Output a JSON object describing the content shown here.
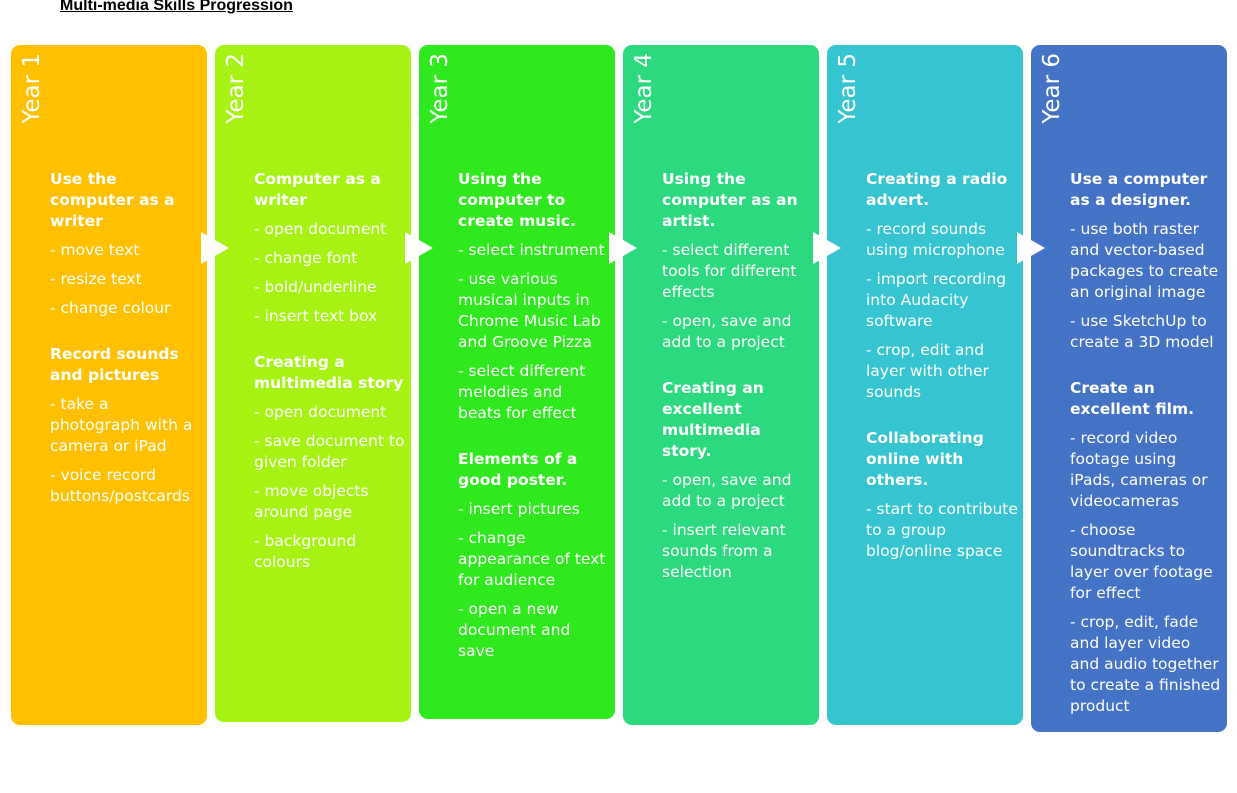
{
  "title": "Multi-media Skills Progression",
  "colors": {
    "year1": "#ffc000",
    "year2": "#a6f313",
    "year3": "#2fe81d",
    "year4": "#2dd97f",
    "year5": "#36c5d0",
    "year6": "#4472c4"
  },
  "columns": [
    {
      "year": "Year 1",
      "sections": [
        {
          "heading": "Use the computer as a writer",
          "items": [
            "- move text",
            "- resize text",
            "- change colour"
          ]
        },
        {
          "heading": "Record sounds and pictures",
          "items": [
            "- take a photograph with a camera or iPad",
            "- voice record buttons/postcards"
          ]
        }
      ]
    },
    {
      "year": "Year 2",
      "sections": [
        {
          "heading": "Computer as a writer",
          "items": [
            "- open document",
            "- change font",
            "- bold/underline",
            "- insert text box"
          ]
        },
        {
          "heading": "Creating a multimedia story",
          "items": [
            "- open document",
            "- save document to given folder",
            "- move objects around page",
            "- background colours"
          ]
        }
      ]
    },
    {
      "year": "Year 3",
      "sections": [
        {
          "heading": "Using the computer to create music.",
          "items": [
            "- select instrument",
            "- use various musical inputs in Chrome Music Lab and Groove Pizza",
            "- select different melodies and beats for effect"
          ]
        },
        {
          "heading": "Elements of a good poster.",
          "items": [
            "- insert pictures",
            "- change appearance of text for audience",
            "- open a new document and save"
          ]
        }
      ]
    },
    {
      "year": "Year 4",
      "sections": [
        {
          "heading": "Using the computer as an artist.",
          "items": [
            "- select different tools for different effects",
            "- open, save and add to a project"
          ]
        },
        {
          "heading": "Creating an excellent multimedia story.",
          "items": [
            "- open, save and add to a project",
            "- insert relevant sounds from a selection"
          ]
        }
      ]
    },
    {
      "year": "Year 5",
      "sections": [
        {
          "heading": "Creating a radio advert.",
          "items": [
            "- record sounds using microphone",
            "- import recording into Audacity software",
            "- crop, edit and layer with other sounds"
          ]
        },
        {
          "heading": "Collaborating online with others.",
          "items": [
            "- start to contribute to a group blog/online space"
          ]
        }
      ]
    },
    {
      "year": "Year 6",
      "sections": [
        {
          "heading": "Use a computer as a designer.",
          "items": [
            "- use both raster and vector-based packages to create an original image",
            "- use SketchUp to create a 3D model"
          ]
        },
        {
          "heading": "Create an excellent film.",
          "items": [
            "- record video footage using iPads, cameras or videocameras",
            "- choose soundtracks to layer over footage for effect",
            "- crop, edit, fade and layer video and audio together to create a finished product"
          ]
        }
      ]
    }
  ]
}
